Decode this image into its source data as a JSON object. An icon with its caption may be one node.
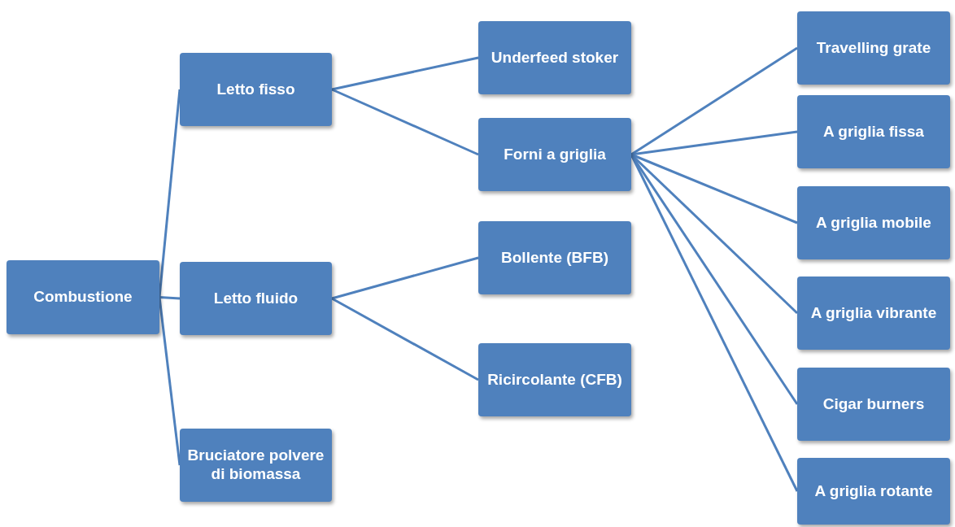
{
  "diagram": {
    "nodes": [
      {
        "text": [
          "Combustione"
        ]
      },
      {
        "text": [
          "Letto fisso"
        ]
      },
      {
        "text": [
          "Letto fluido"
        ]
      },
      {
        "text": [
          "Bruciatore polvere di biomassa"
        ]
      },
      {
        "text": [
          "Underfeed stoker"
        ]
      },
      {
        "text": [
          "Forni a griglia"
        ]
      },
      {
        "text": [
          "Bollente (BFB)"
        ]
      },
      {
        "text": [
          "Ricircolante (CFB)"
        ]
      },
      {
        "text": [
          "Travelling grate"
        ]
      },
      {
        "text": [
          "A griglia fissa"
        ]
      },
      {
        "text": [
          "A griglia mobile"
        ]
      },
      {
        "text": [
          "A griglia vibrante"
        ]
      },
      {
        "text": [
          "Cigar burners"
        ]
      },
      {
        "text": [
          "A griglia rotante"
        ]
      }
    ],
    "edges": [
      {
        "from": 0,
        "to": 1,
        "arrow": "none"
      },
      {
        "from": 0,
        "to": 2,
        "arrow": "none"
      },
      {
        "from": 0,
        "to": 3,
        "arrow": "none"
      },
      {
        "from": 1,
        "to": 4,
        "arrow": "none"
      },
      {
        "from": 1,
        "to": 5,
        "arrow": "none"
      },
      {
        "from": 2,
        "to": 6,
        "arrow": "none"
      },
      {
        "from": 2,
        "to": 7,
        "arrow": "none"
      },
      {
        "from": 5,
        "to": 8,
        "arrow": "none"
      },
      {
        "from": 5,
        "to": 9,
        "arrow": "none"
      },
      {
        "from": 5,
        "to": 10,
        "arrow": "none"
      },
      {
        "from": 5,
        "to": 11,
        "arrow": "none"
      },
      {
        "from": 5,
        "to": 12,
        "arrow": "none"
      },
      {
        "from": 5,
        "to": 13,
        "arrow": "none"
      }
    ]
  }
}
